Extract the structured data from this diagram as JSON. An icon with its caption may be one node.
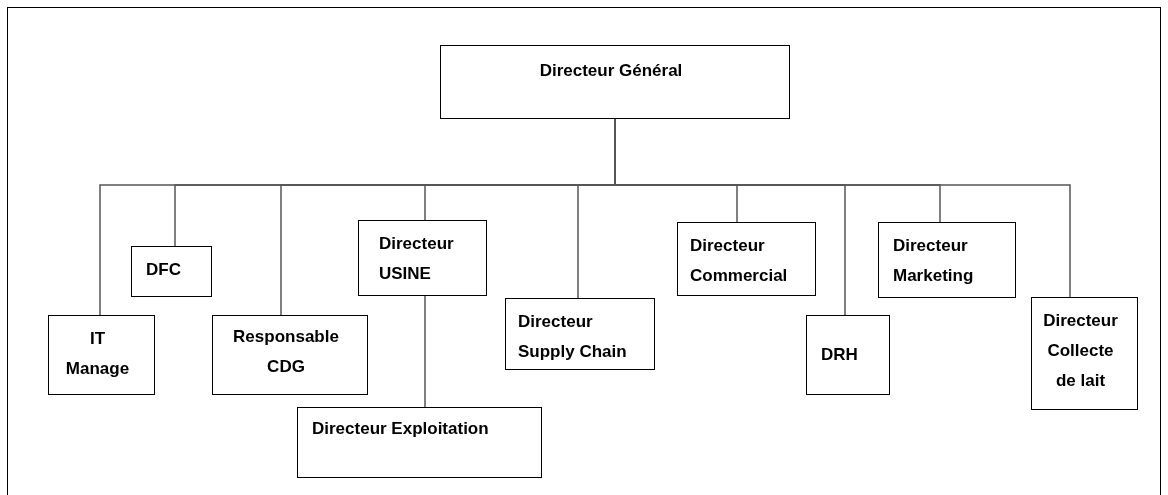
{
  "diagram": {
    "nodes": [
      {
        "text": [
          "Directeur Général"
        ]
      },
      {
        "text": [
          "IT Manage"
        ]
      },
      {
        "text": [
          "DFC"
        ]
      },
      {
        "text": [
          "Responsable CDG"
        ]
      },
      {
        "text": [
          "Directeur USINE"
        ]
      },
      {
        "text": [
          "Directeur Exploitation"
        ]
      },
      {
        "text": [
          "Directeur Supply Chain"
        ]
      },
      {
        "text": [
          "Directeur Commercial"
        ]
      },
      {
        "text": [
          "DRH"
        ]
      },
      {
        "text": [
          "Directeur Marketing"
        ]
      },
      {
        "text": [
          "Directeur Collecte de lait"
        ]
      }
    ],
    "edges": [
      {
        "from": 0,
        "to": 1,
        "arrow": "none"
      },
      {
        "from": 0,
        "to": 2,
        "arrow": "none"
      },
      {
        "from": 0,
        "to": 3,
        "arrow": "none"
      },
      {
        "from": 0,
        "to": 4,
        "arrow": "none"
      },
      {
        "from": 4,
        "to": 5,
        "arrow": "none"
      },
      {
        "from": 0,
        "to": 6,
        "arrow": "none"
      },
      {
        "from": 0,
        "to": 7,
        "arrow": "none"
      },
      {
        "from": 0,
        "to": 8,
        "arrow": "none"
      },
      {
        "from": 0,
        "to": 9,
        "arrow": "none"
      },
      {
        "from": 0,
        "to": 10,
        "arrow": "none"
      }
    ]
  }
}
